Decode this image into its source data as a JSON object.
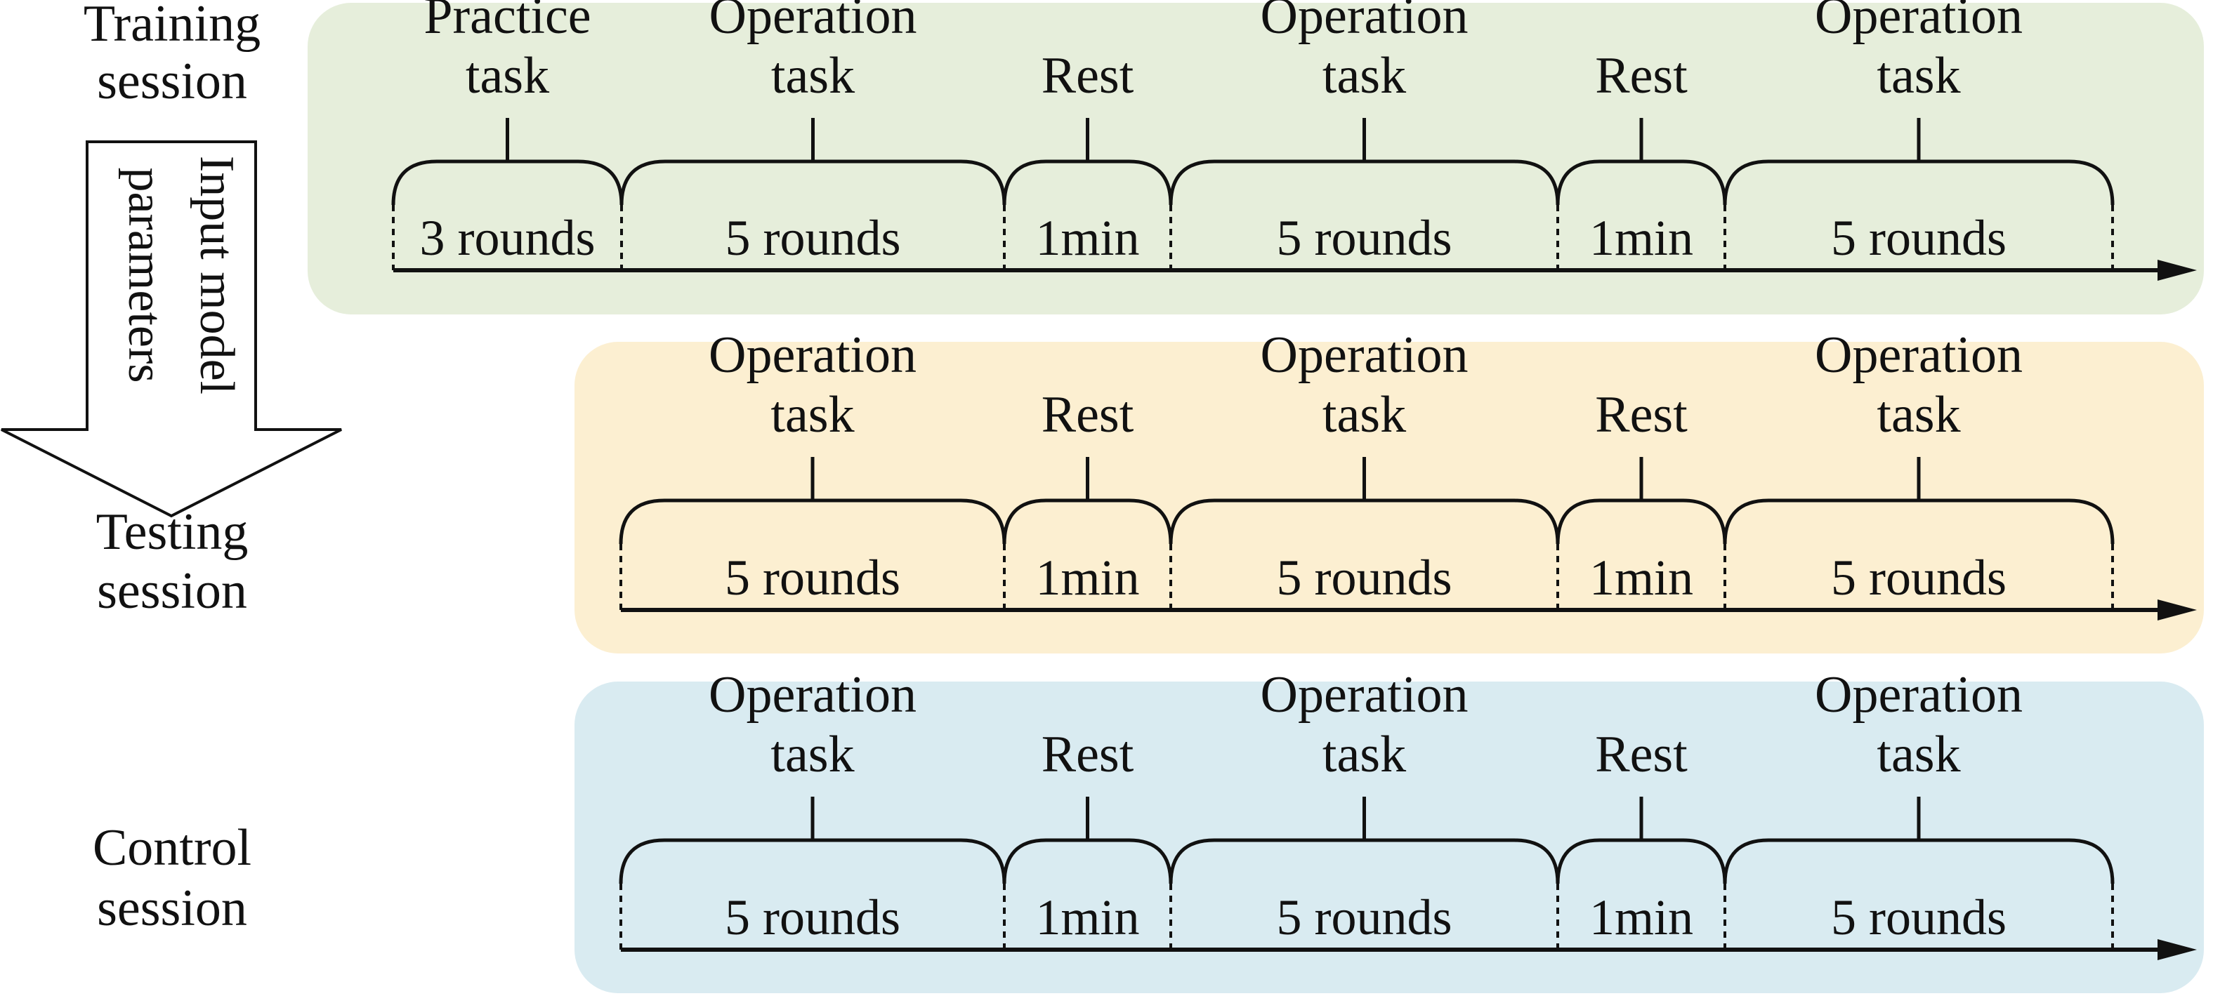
{
  "colors": {
    "training_bg": "#e6eedb",
    "testing_bg": "#fcefd1",
    "control_bg": "#d9ebf1",
    "ink": "#111111"
  },
  "sessions": [
    {
      "id": "training",
      "name_lines": [
        "Training",
        "session"
      ],
      "segments": [
        {
          "label": [
            "Practice",
            "task"
          ],
          "duration": "3 rounds"
        },
        {
          "label": [
            "Operation",
            "task"
          ],
          "duration": "5 rounds"
        },
        {
          "label": [
            "Rest"
          ],
          "duration": "1min"
        },
        {
          "label": [
            "Operation",
            "task"
          ],
          "duration": "5 rounds"
        },
        {
          "label": [
            "Rest"
          ],
          "duration": "1min"
        },
        {
          "label": [
            "Operation",
            "task"
          ],
          "duration": "5 rounds"
        }
      ]
    },
    {
      "id": "testing",
      "name_lines": [
        "Testing",
        "session"
      ],
      "segments": [
        {
          "label": [
            "Operation",
            "task"
          ],
          "duration": "5 rounds"
        },
        {
          "label": [
            "Rest"
          ],
          "duration": "1min"
        },
        {
          "label": [
            "Operation",
            "task"
          ],
          "duration": "5 rounds"
        },
        {
          "label": [
            "Rest"
          ],
          "duration": "1min"
        },
        {
          "label": [
            "Operation",
            "task"
          ],
          "duration": "5 rounds"
        }
      ]
    },
    {
      "id": "control",
      "name_lines": [
        "Control",
        "session"
      ],
      "segments": [
        {
          "label": [
            "Operation",
            "task"
          ],
          "duration": "5 rounds"
        },
        {
          "label": [
            "Rest"
          ],
          "duration": "1min"
        },
        {
          "label": [
            "Operation",
            "task"
          ],
          "duration": "5 rounds"
        },
        {
          "label": [
            "Rest"
          ],
          "duration": "1min"
        },
        {
          "label": [
            "Operation",
            "task"
          ],
          "duration": "5 rounds"
        }
      ]
    }
  ],
  "transfer_arrow": {
    "lines": [
      "Input model",
      "parameters"
    ]
  }
}
